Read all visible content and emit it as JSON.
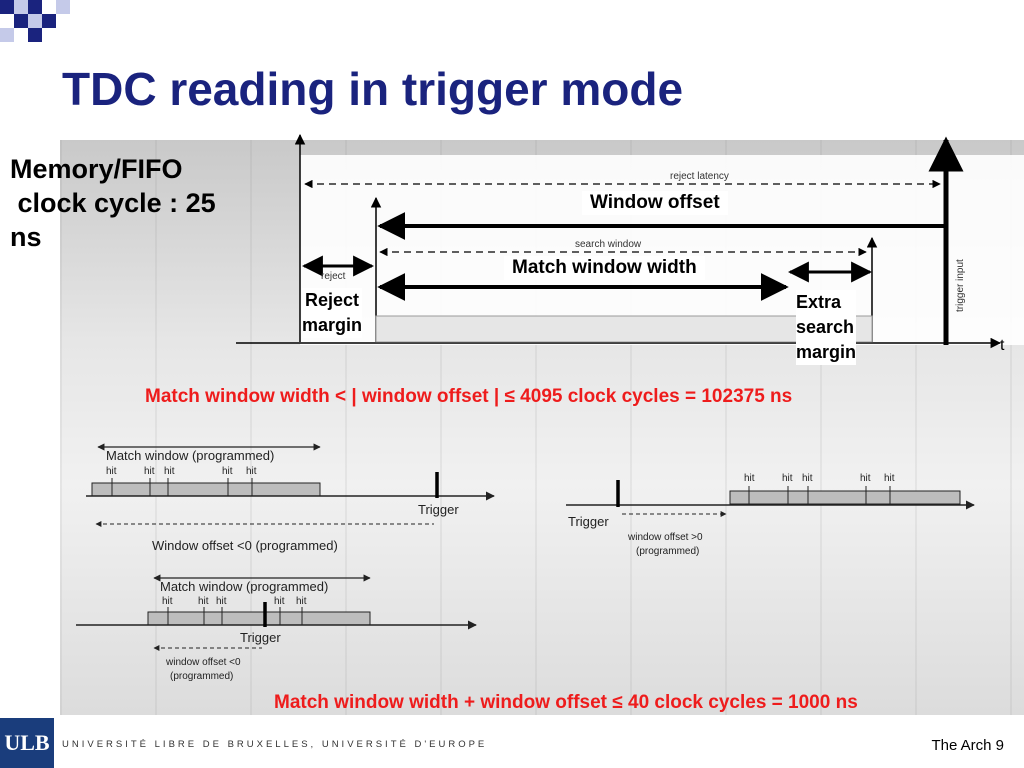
{
  "title": "TDC reading in trigger mode",
  "clock_note": "Memory/FIFO\n clock cycle : 25\nns",
  "timing_diagram": {
    "reject_latency": "reject latency",
    "window_offset": "Window offset",
    "search_window": "search window",
    "match_window_width": "Match window width",
    "reject_fragment": "reject",
    "reject_margin": "Reject\nmargin",
    "extra_search_margin": "Extra\nsearch\nmargin",
    "trigger_input": "trigger input",
    "time_axis": "t"
  },
  "constraint_1": "Match window width < | window offset | ≤ 4095 clock cycles = 102375 ns",
  "constraint_2": "Match window width  + window offset  ≤ 40 clock cycles = 1000 ns",
  "example_negative": {
    "match_window": "Match window (programmed)",
    "hit": "hit",
    "trigger": "Trigger",
    "offset": "Window offset <0 (programmed)"
  },
  "example_overlap": {
    "match_window": "Match window (programmed)",
    "hit": "hit",
    "trigger": "Trigger",
    "offset": "window offset <0\n(programmed)"
  },
  "example_positive": {
    "hit": "hit",
    "trigger": "Trigger",
    "offset": "window offset >0\n(programmed)"
  },
  "footer": {
    "logo": "ULB",
    "university": "UNIVERSITÉ LIBRE DE BRUXELLES, UNIVERSITÉ D'EUROPE",
    "page": "The Arch 9"
  },
  "colors": {
    "title": "#1a237e",
    "constraint": "#ee1c1c",
    "logo_bg": "#1a3d7c"
  }
}
